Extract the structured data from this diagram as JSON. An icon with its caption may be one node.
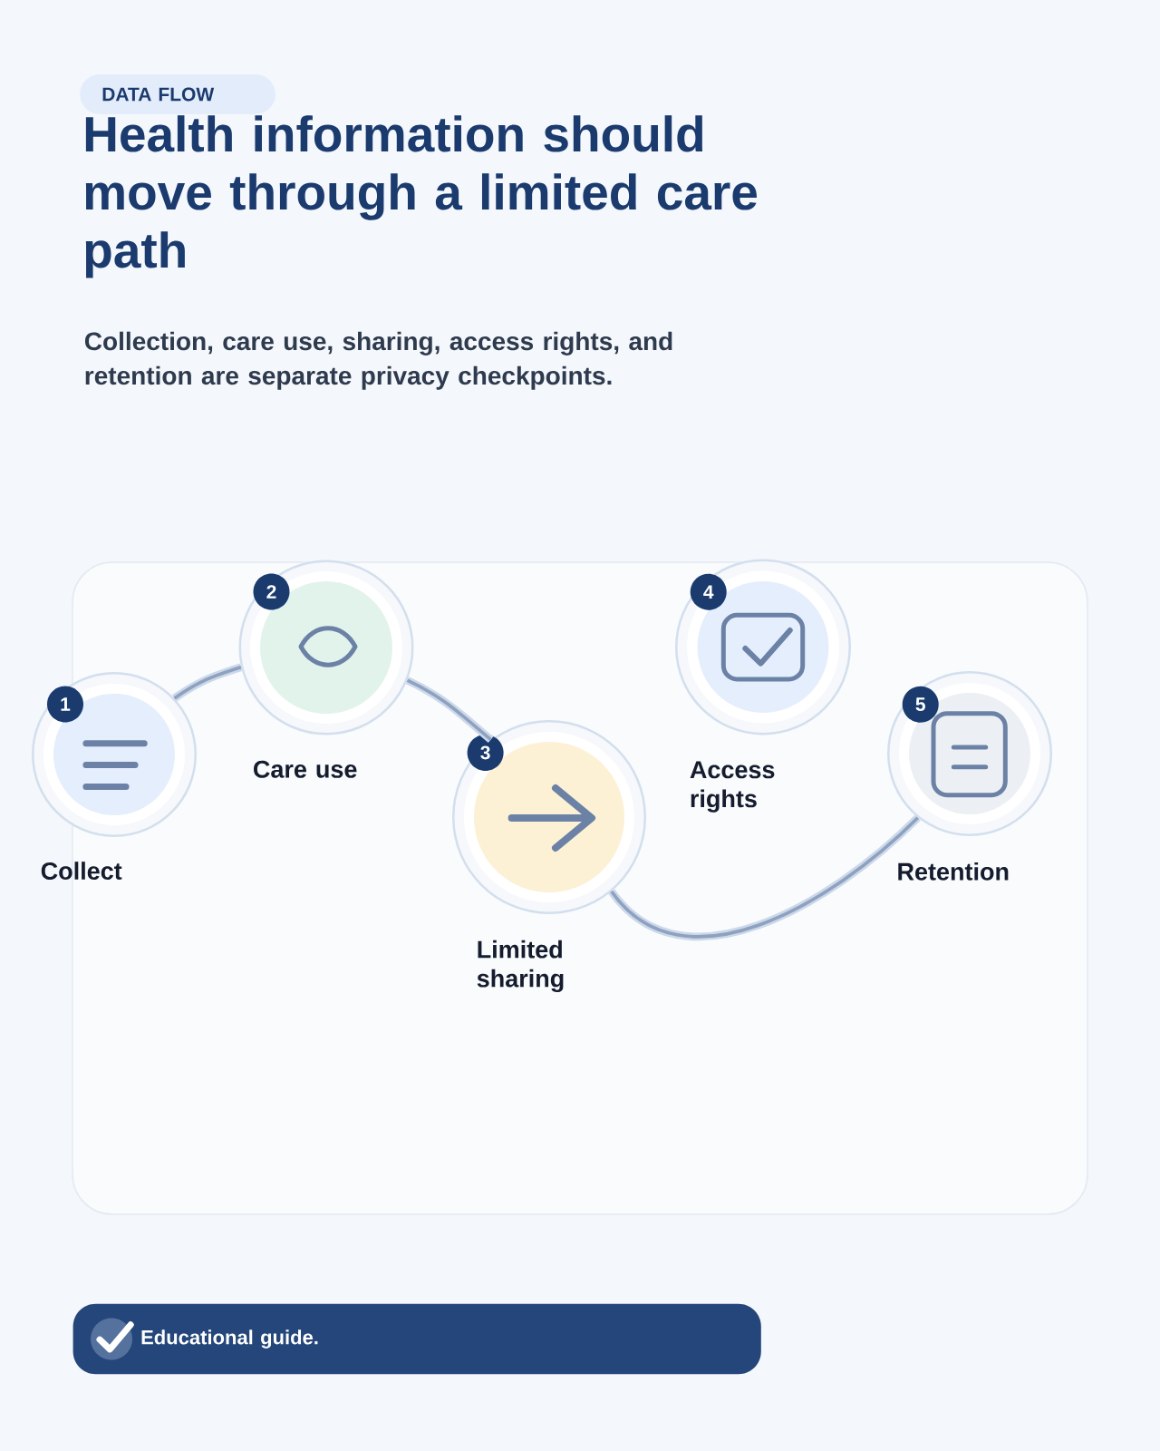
{
  "diagram": {
    "title": "Health information should move through a limited care path",
    "nodes": [
      {
        "text": [
          "DATA FLOW"
        ]
      },
      {
        "text": [
          "1",
          "Collect"
        ]
      },
      {
        "text": [
          "2",
          "Care use"
        ]
      },
      {
        "text": [
          "3",
          "Limited sharing"
        ]
      },
      {
        "text": [
          "4",
          "Access rights"
        ]
      },
      {
        "text": [
          "5",
          "Retention"
        ]
      },
      {
        "text": [
          "Educational guide."
        ]
      }
    ],
    "edges": [
      {
        "from": 1,
        "to": 2,
        "arrow": "none"
      },
      {
        "from": 2,
        "to": 3,
        "arrow": "none"
      },
      {
        "from": 3,
        "to": 5,
        "arrow": "none"
      }
    ],
    "labels": [
      "Collection, care use, sharing, access rights, and retention are separate privacy checkpoints."
    ]
  }
}
